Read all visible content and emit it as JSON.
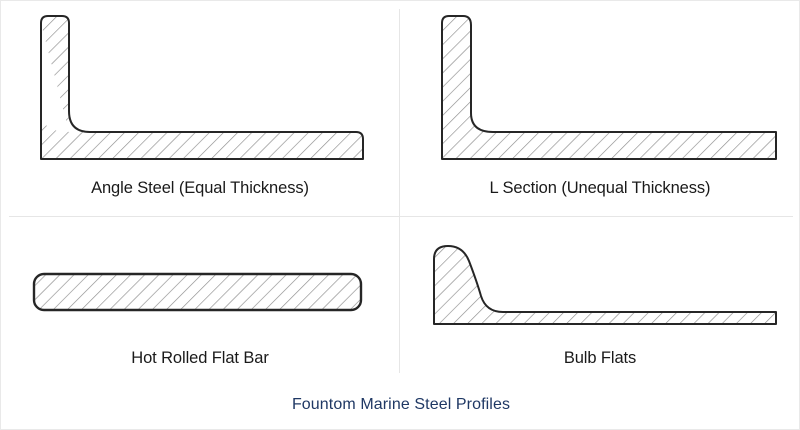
{
  "caption": "Fountom Marine Steel Profiles",
  "colors": {
    "caption_text": "#1f3864",
    "label_text": "#1a1a1a",
    "outline": "#262626",
    "hatch": "#8c8c8c",
    "fill": "#fbfbfb",
    "divider": "#e6e6e6",
    "background": "#ffffff"
  },
  "figures": [
    {
      "id": "angle-steel",
      "label": "Angle Steel (Equal Thickness)",
      "shape": "equal-leg-angle",
      "description": "L-shaped cross section with equal leg thickness, filleted inner corner, rounded leg tips"
    },
    {
      "id": "l-section",
      "label": "L Section (Unequal Thickness)",
      "shape": "unequal-leg-angle",
      "description": "L-shaped cross section, thick vertical leg and thinner horizontal leg, filleted inner corner"
    },
    {
      "id": "hot-rolled-flat-bar",
      "label": "Hot Rolled Flat Bar",
      "shape": "rounded-rectangle-bar",
      "description": "Long rectangular bar with rounded corners"
    },
    {
      "id": "bulb-flats",
      "label": "Bulb Flats",
      "shape": "bulb-flat",
      "description": "Flat plate with a rounded bulb thickening at one end"
    }
  ]
}
